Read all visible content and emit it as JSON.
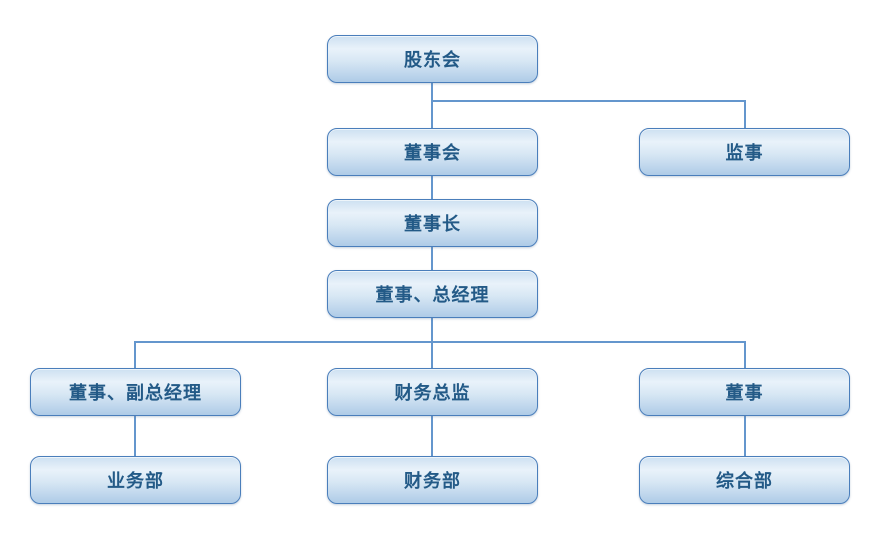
{
  "diagram": {
    "type": "org-chart",
    "nodes": [
      {
        "id": "shareholders-meeting",
        "label": "股东会"
      },
      {
        "id": "board-of-directors",
        "label": "董事会"
      },
      {
        "id": "supervisor",
        "label": "监事"
      },
      {
        "id": "chairman",
        "label": "董事长"
      },
      {
        "id": "director-general-manager",
        "label": "董事、总经理"
      },
      {
        "id": "director-deputy-general-manager",
        "label": "董事、副总经理"
      },
      {
        "id": "financial-controller",
        "label": "财务总监"
      },
      {
        "id": "director",
        "label": "董事"
      },
      {
        "id": "business-department",
        "label": "业务部"
      },
      {
        "id": "finance-department",
        "label": "财务部"
      },
      {
        "id": "general-affairs-department",
        "label": "综合部"
      }
    ],
    "edges": [
      {
        "from": "股东会",
        "to": "董事会"
      },
      {
        "from": "股东会",
        "to": "监事"
      },
      {
        "from": "董事会",
        "to": "董事长"
      },
      {
        "from": "董事长",
        "to": "董事、总经理"
      },
      {
        "from": "董事、总经理",
        "to": "董事、副总经理"
      },
      {
        "from": "董事、总经理",
        "to": "财务总监"
      },
      {
        "from": "董事、总经理",
        "to": "董事"
      },
      {
        "from": "董事、副总经理",
        "to": "业务部"
      },
      {
        "from": "财务总监",
        "to": "财务部"
      },
      {
        "from": "董事",
        "to": "综合部"
      }
    ],
    "colors": {
      "background": "#ffffff",
      "node_border": "#4a7ebb",
      "node_fill_top": "#cde0f1",
      "node_fill_highlight": "#e9f2fa",
      "node_fill_bottom": "#aecbe7",
      "node_text": "#235a87",
      "connector": "#6496cd"
    }
  }
}
